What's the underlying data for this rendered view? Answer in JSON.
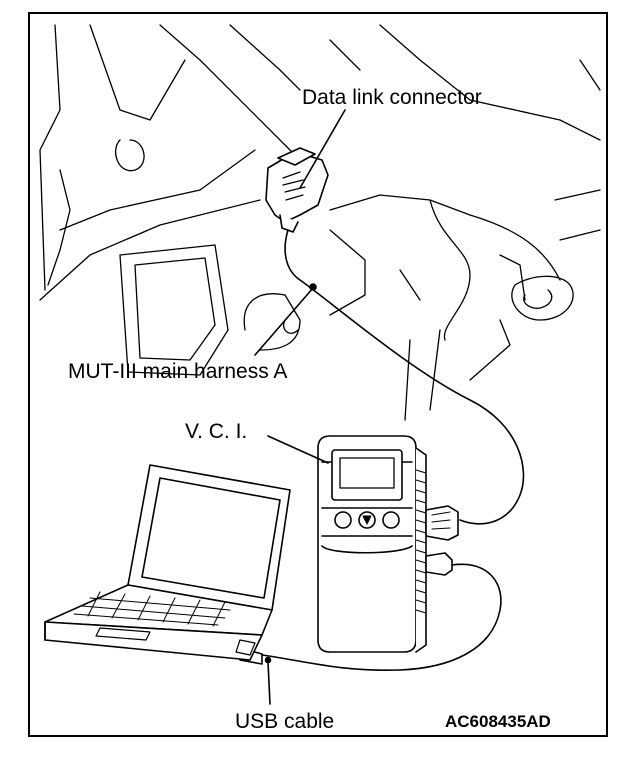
{
  "labels": {
    "data_link_connector": "Data link connector",
    "mut_harness": "MUT-III main harness A",
    "vci": "V. C. I.",
    "usb_cable": "USB cable"
  },
  "figure_code": "AC608435AD",
  "colors": {
    "line": "#000000",
    "background": "#ffffff"
  }
}
